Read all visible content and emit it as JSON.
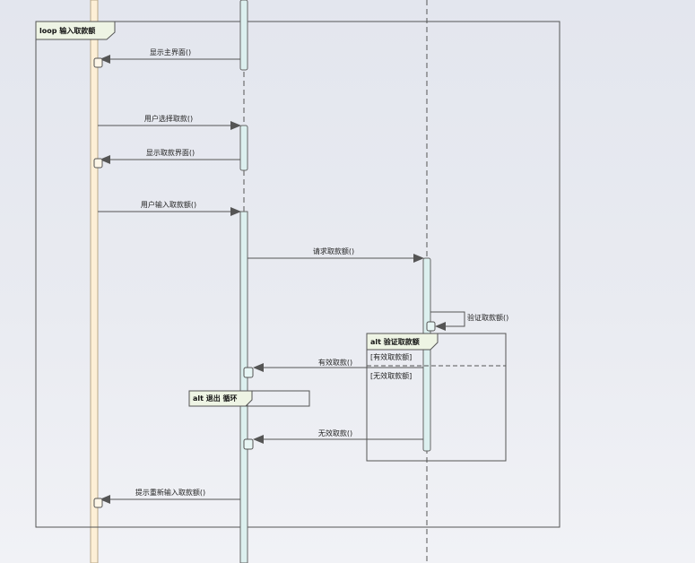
{
  "fragments": {
    "loop": {
      "operator": "loop",
      "title": "输入取款额"
    },
    "alt_validate": {
      "operator": "alt",
      "title": "验证取款额",
      "guards": [
        "[有效取款额]",
        "[无效取款额]"
      ]
    },
    "alt_exit": {
      "operator": "alt",
      "title": "退出 循环"
    }
  },
  "messages": [
    {
      "label": "显示主界面()"
    },
    {
      "label": "用户选择取款()"
    },
    {
      "label": "显示取款界面()"
    },
    {
      "label": "用户输入取款额()"
    },
    {
      "label": "请求取款额()"
    },
    {
      "label": "验证取款额()"
    },
    {
      "label": "有效取款()"
    },
    {
      "label": "无效取款()"
    },
    {
      "label": "提示重新输入取款额()"
    }
  ]
}
